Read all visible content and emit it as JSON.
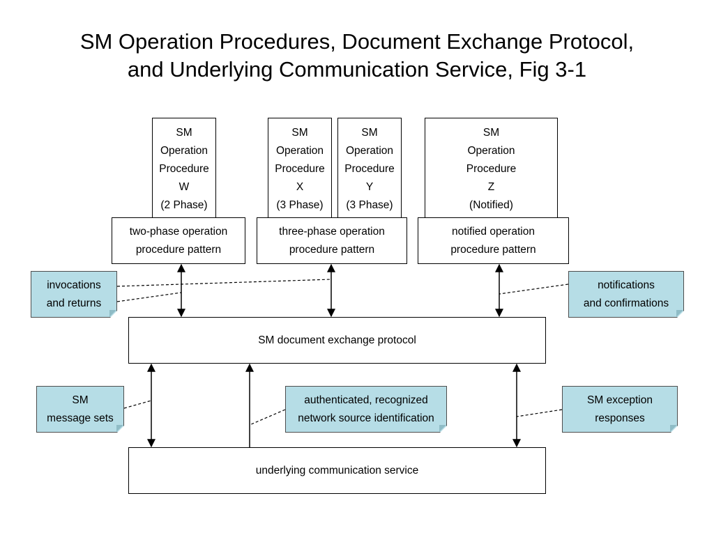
{
  "title": {
    "line1": "SM Operation Procedures, Document Exchange Protocol,",
    "line2": "and Underlying Communication Service, Fig 3-1"
  },
  "procedures": [
    {
      "lines": [
        "SM",
        "Operation",
        "Procedure",
        "W",
        "(2 Phase)"
      ]
    },
    {
      "lines": [
        "SM",
        "Operation",
        "Procedure",
        "X",
        "(3 Phase)"
      ]
    },
    {
      "lines": [
        "SM",
        "Operation",
        "Procedure",
        "Y",
        "(3 Phase)"
      ]
    },
    {
      "lines": [
        "SM",
        "Operation",
        "Procedure",
        "Z",
        "(Notified)"
      ]
    }
  ],
  "patterns": [
    {
      "lines": [
        "two-phase operation",
        "procedure pattern"
      ]
    },
    {
      "lines": [
        "three-phase operation",
        "procedure pattern"
      ]
    },
    {
      "lines": [
        "notified operation",
        "procedure pattern"
      ]
    }
  ],
  "protocol_label": "SM document exchange protocol",
  "service_label": "underlying communication service",
  "notes": {
    "invocations": [
      "invocations",
      "and returns"
    ],
    "notifications": [
      "notifications",
      "and confirmations"
    ],
    "message_sets": [
      "SM",
      "message sets"
    ],
    "authenticated": [
      "authenticated, recognized",
      "network source identification"
    ],
    "exceptions": [
      "SM exception",
      "responses"
    ]
  }
}
